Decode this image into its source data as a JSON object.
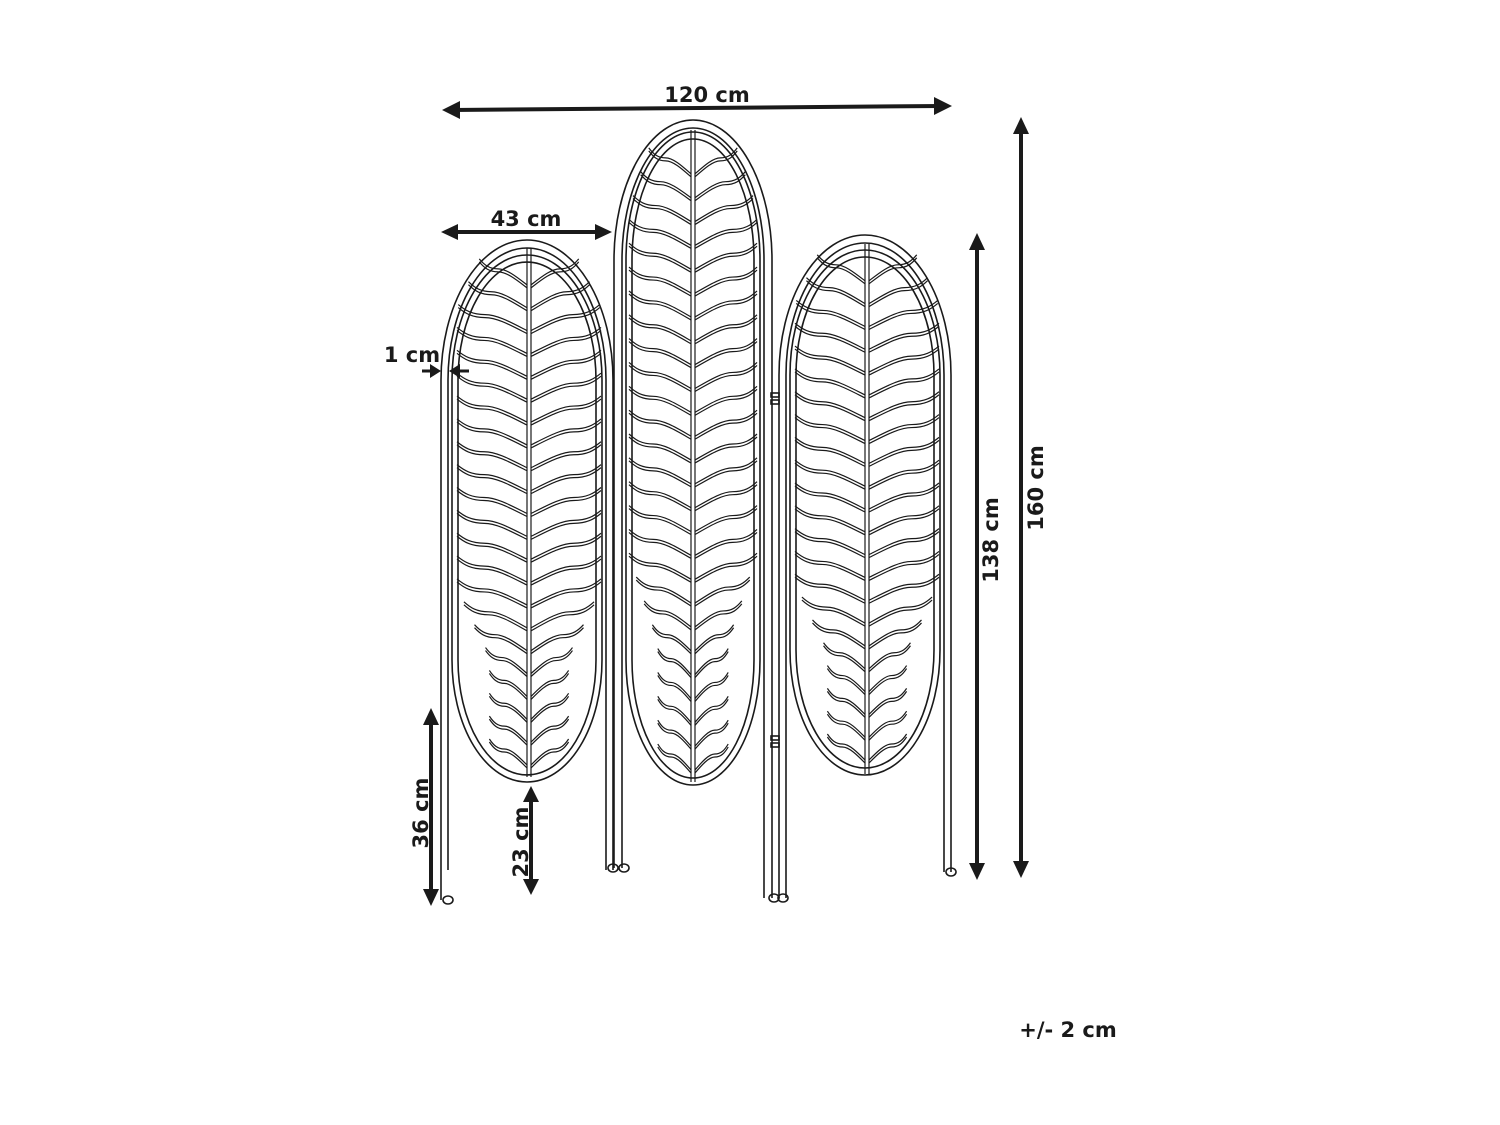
{
  "diagram": {
    "subject": "three-panel leaf room divider",
    "line_color": "#1a1a1a",
    "background": "#ffffff",
    "dimensions": {
      "total_width": "120 cm",
      "panel_width": "43 cm",
      "frame_thickness": "1 cm",
      "total_height": "160 cm",
      "side_panel_height": "138 cm",
      "leg_height_outer": "36 cm",
      "leg_clearance": "23 cm"
    },
    "tolerance": "+/- 2 cm"
  }
}
